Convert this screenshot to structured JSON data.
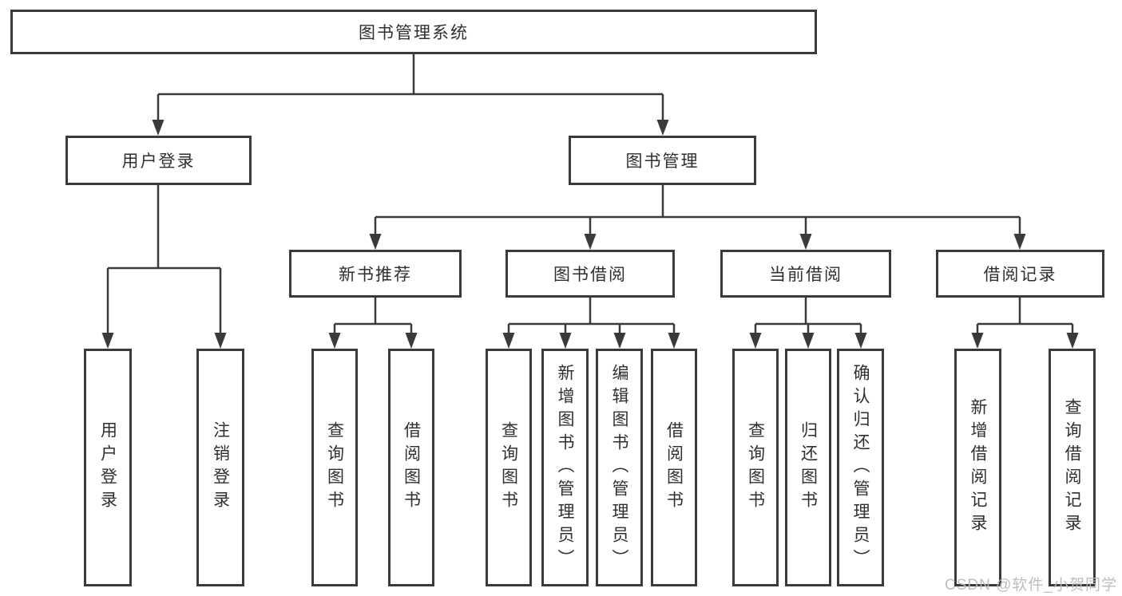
{
  "diagram_type": "hierarchy-tree",
  "root": {
    "label": "图书管理系统"
  },
  "branches": [
    {
      "label": "用户登录",
      "children": [
        {
          "label": "用户登录"
        },
        {
          "label": "注销登录"
        }
      ]
    },
    {
      "label": "图书管理",
      "children": [
        {
          "label": "新书推荐",
          "children": [
            {
              "label": "查询图书"
            },
            {
              "label": "借阅图书"
            }
          ]
        },
        {
          "label": "图书借阅",
          "children": [
            {
              "label": "查询图书"
            },
            {
              "label": "新增图书（管理员）"
            },
            {
              "label": "编辑图书（管理员）"
            },
            {
              "label": "借阅图书"
            }
          ]
        },
        {
          "label": "当前借阅",
          "children": [
            {
              "label": "查询图书"
            },
            {
              "label": "归还图书"
            },
            {
              "label": "确认归还（管理员）"
            }
          ]
        },
        {
          "label": "借阅记录",
          "children": [
            {
              "label": "新增借阅记录"
            },
            {
              "label": "查询借阅记录"
            }
          ]
        }
      ]
    }
  ],
  "watermark": "CSDN @软件_小贺同学",
  "colors": {
    "line": "#3a3a3a",
    "text": "#2f2f2f",
    "background": "#ffffff",
    "watermark": "#b9b9b9"
  }
}
